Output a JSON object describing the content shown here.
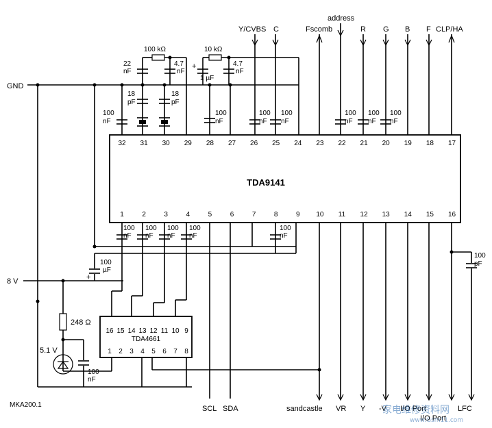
{
  "ic_main": {
    "name": "TDA9141",
    "top_pins": [
      "32",
      "31",
      "30",
      "29",
      "28",
      "27",
      "26",
      "25",
      "24",
      "23",
      "22",
      "21",
      "20",
      "19",
      "18",
      "17"
    ],
    "bottom_pins": [
      "1",
      "2",
      "3",
      "4",
      "5",
      "6",
      "7",
      "8",
      "9",
      "10",
      "11",
      "12",
      "13",
      "14",
      "15",
      "16"
    ]
  },
  "ic_small": {
    "name": "TDA4661",
    "top_pins": [
      "16",
      "15",
      "14",
      "13",
      "12",
      "11",
      "10",
      "9"
    ],
    "bottom_pins": [
      "1",
      "2",
      "3",
      "4",
      "5",
      "6",
      "7",
      "8"
    ]
  },
  "rails": {
    "gnd": "GND",
    "supply": "8 V"
  },
  "top_signals": {
    "ycvbs": "Y/CVBS",
    "c": "C",
    "fscomb": "Fscomb",
    "address": "address",
    "r": "R",
    "g": "G",
    "b": "B",
    "f": "F",
    "clpha": "CLP/HA"
  },
  "bottom_signals": {
    "scl": "SCL",
    "sda": "SDA",
    "sandcastle": "sandcastle",
    "vr": "VR",
    "y": "Y",
    "minus_v": "-V",
    "io_port1": "I/O Port",
    "io_port2": "I/O Port",
    "lfc": "LFC"
  },
  "components": {
    "r100k": "100 kΩ",
    "r10k": "10 kΩ",
    "c22": [
      "22",
      "nF"
    ],
    "c47a": [
      "4.7",
      "nF"
    ],
    "c47b": [
      "4.7",
      "nF"
    ],
    "c1u": "1 µF",
    "c18a": [
      "18",
      "pF"
    ],
    "c18b": [
      "18",
      "pF"
    ],
    "c100": [
      "100",
      "nF"
    ],
    "c100u": [
      "100",
      "µF"
    ],
    "c100p": [
      "100",
      "pF"
    ],
    "r248": "248 Ω",
    "zener": "5.1 V"
  },
  "code": "MKA200.1",
  "watermark": {
    "text": "家电维修资料网",
    "url": "www.Gsm11.com"
  }
}
